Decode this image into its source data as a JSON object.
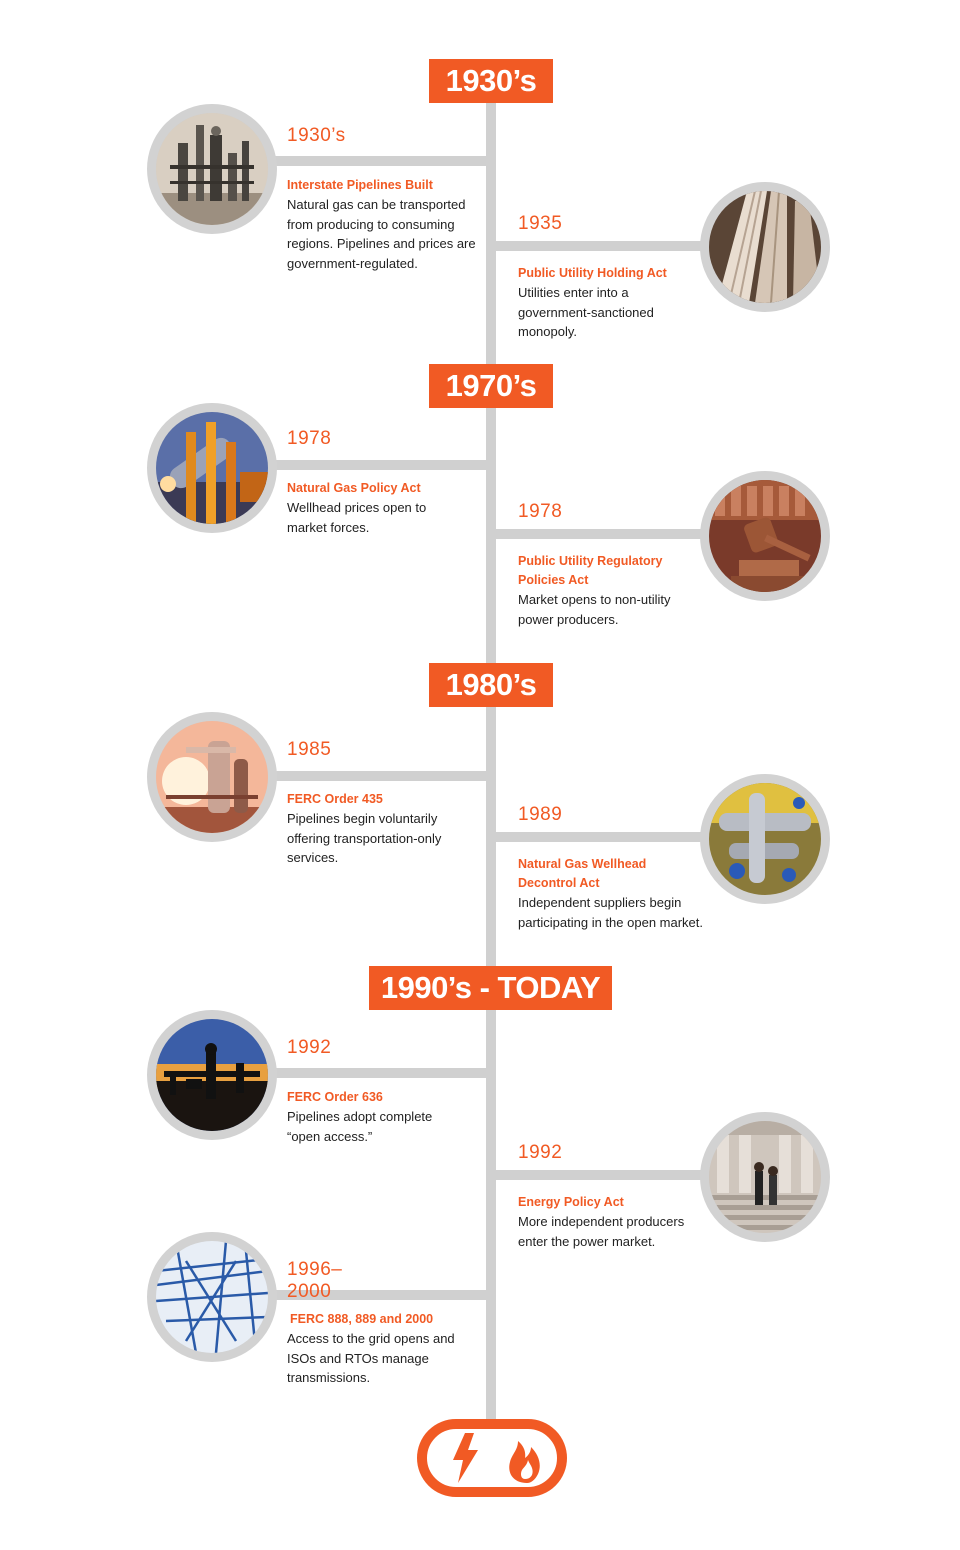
{
  "decades": {
    "d1930": "1930’s",
    "d1970": "1970’s",
    "d1980": "1980’s",
    "d1990": "1990’s - TODAY"
  },
  "entries": [
    {
      "year": "1930’s",
      "title": "Interstate Pipelines Built",
      "description": "Natural gas can be transported from producing to consuming regions. Pipelines and prices are government-regulated."
    },
    {
      "year": "1935",
      "title": "Public Utility Holding Act",
      "description": "Utilities enter into a government-sanctioned monopoly."
    },
    {
      "year": "1978",
      "title": "Natural Gas Policy Act",
      "description": "Wellhead prices open to market forces."
    },
    {
      "year": "1978",
      "title": "Public Utility Regulatory Policies Act",
      "description": "Market opens to non-utility power producers."
    },
    {
      "year": "1985",
      "title": "FERC Order 435",
      "description": "Pipelines begin voluntarily offering transportation-only services."
    },
    {
      "year": "1989",
      "title": "Natural Gas Wellhead Decontrol Act",
      "description": "Independent suppliers begin participating in the open market."
    },
    {
      "year": "1992",
      "title": "FERC Order 636",
      "description": "Pipelines adopt complete “open access.”"
    },
    {
      "year": "1992",
      "title": "Energy Policy Act",
      "description": "More independent producers enter the power market."
    },
    {
      "year": "1996–2000",
      "title": "FERC 888, 889 and 2000",
      "description": "Access to the grid opens and ISOs and RTOs manage transmissions."
    }
  ],
  "icons": {
    "img1": "refinery-icon",
    "img2": "columns-icon",
    "img3": "pipes-icon",
    "img4": "gavel-icon",
    "img5": "plant-icon",
    "img6": "valves-icon",
    "img7": "wellhead-icon",
    "img8": "courthouse-icon",
    "img9": "powerlines-icon",
    "end1": "lightning-bolt-icon",
    "end2": "flame-icon"
  },
  "colors": {
    "accent": "#f15a24",
    "line": "#d0d0d0",
    "ring": "#d2d2d2"
  }
}
